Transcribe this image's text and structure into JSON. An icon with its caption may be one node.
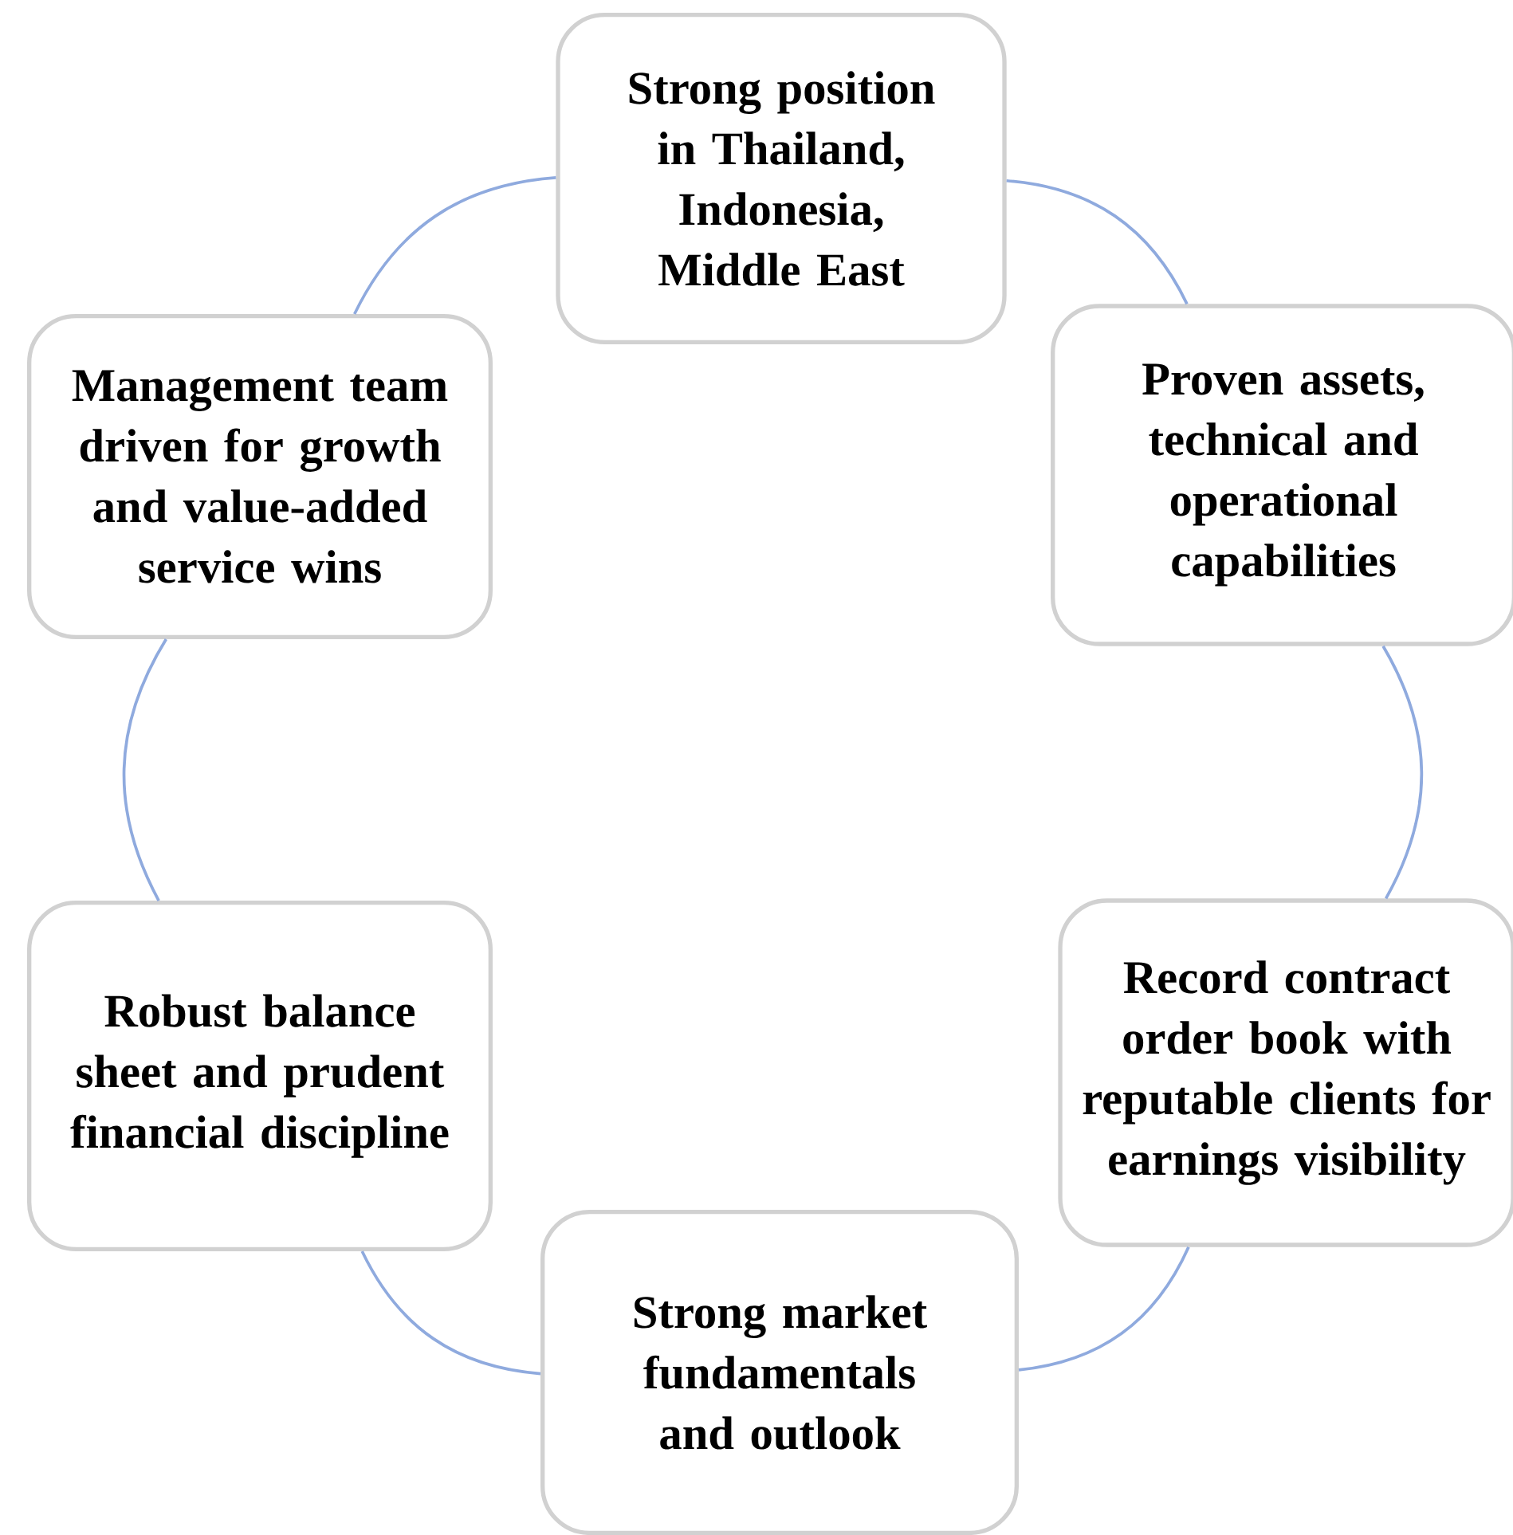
{
  "diagram": {
    "nodes": [
      {
        "text": [
          "Strong position in Thailand, Indonesia, Middle East"
        ]
      },
      {
        "text": [
          "Proven assets, technical and operational capabilities"
        ]
      },
      {
        "text": [
          "Record contract order book with reputable clients for earnings visibility"
        ]
      },
      {
        "text": [
          "Strong market fundamentals and outlook"
        ]
      },
      {
        "text": [
          "Robust balance sheet and prudent financial discipline"
        ]
      },
      {
        "text": [
          "Management team driven for growth and value-added service wins"
        ]
      }
    ],
    "edges": [
      {
        "from": 0,
        "to": 1,
        "arrow": "none"
      },
      {
        "from": 1,
        "to": 2,
        "arrow": "none"
      },
      {
        "from": 2,
        "to": 3,
        "arrow": "none"
      },
      {
        "from": 3,
        "to": 4,
        "arrow": "none"
      },
      {
        "from": 4,
        "to": 5,
        "arrow": "none"
      },
      {
        "from": 5,
        "to": 0,
        "arrow": "none"
      }
    ]
  }
}
